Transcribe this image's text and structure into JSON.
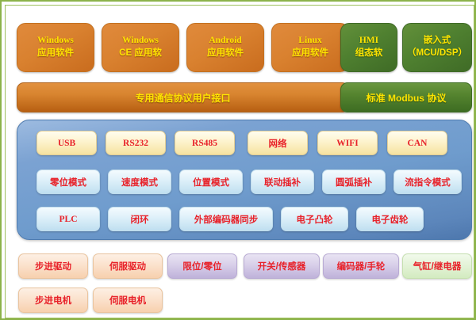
{
  "diagram": {
    "title": "Motion control system architecture diagram",
    "colors": {
      "frame_border": "#8cb34a",
      "application_orange": "#d9812f",
      "application_green": "#4f8030",
      "core_panel_blue": "#6f9ccd",
      "bus_button_cream": "#fdf3cc",
      "mode_button_paleblue": "#e0f1fa",
      "hardware_peach": "#fbe2cd",
      "hardware_purple": "#d8cfe9",
      "hardware_mint": "#e4f3d8",
      "label_yellow": "#ffe400",
      "label_red": "#e8222a"
    }
  },
  "application_layer": {
    "orange_cards": [
      {
        "line1": "Windows",
        "line2": "应用软件"
      },
      {
        "line1": "Windows",
        "line2": "CE 应用软"
      },
      {
        "line1": "Android",
        "line2": "应用软件"
      },
      {
        "line1": "Linux",
        "line2": "应用软件"
      }
    ],
    "green_cards": [
      {
        "line1": "HMI",
        "line2": "组态软"
      },
      {
        "line1": "嵌入式",
        "line2": "（MCU/DSP）"
      }
    ]
  },
  "protocol_layer": {
    "private_protocol": "专用通信协议用户接口",
    "standard_protocol": "标准 Modbus 协议"
  },
  "core_layer": {
    "bus_row": [
      "USB",
      "RS232",
      "RS485",
      "网络",
      "WIFI",
      "CAN"
    ],
    "mode_row": [
      "零位模式",
      "速度模式",
      "位置模式",
      "联动插补",
      "圆弧插补",
      "流指令模式"
    ],
    "function_row": [
      "PLC",
      "闭环",
      "外部编码器同步",
      "电子凸轮",
      "电子齿轮"
    ]
  },
  "hardware_layer": {
    "row1": [
      {
        "label": "步进驱动",
        "style": "peach"
      },
      {
        "label": "伺服驱动",
        "style": "peach"
      },
      {
        "label": "限位/零位",
        "style": "purple"
      },
      {
        "label": "开关/传感器",
        "style": "purple"
      },
      {
        "label": "编码器/手轮",
        "style": "purple"
      },
      {
        "label": "气缸/继电器",
        "style": "mint"
      }
    ],
    "row2": [
      {
        "label": "步进电机",
        "style": "peach"
      },
      {
        "label": "伺服电机",
        "style": "peach"
      }
    ]
  }
}
